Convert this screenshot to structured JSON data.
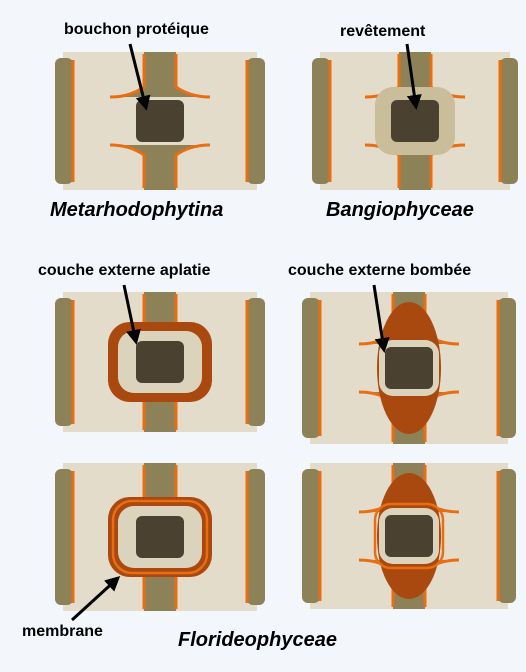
{
  "labels": {
    "protein_plug": "bouchon protéique",
    "coating": "revêtement",
    "flat_outer_layer": "couche externe aplatie",
    "domed_outer_layer": "couche externe bombée",
    "membrane": "membrane"
  },
  "taxa": {
    "metarhodophytina": "Metarhodophytina",
    "bangiophyceae": "Bangiophyceae",
    "florideophyceae": "Florideophyceae"
  },
  "colors": {
    "background": "#f3f6fb",
    "cell": "#e4dccb",
    "wall": "#8c8157",
    "membrane_line": "#ea6d12",
    "plug": "#4a4130",
    "coat": "#c9bd9a",
    "outer_layer": "#a9490f",
    "inner_cap": "#dcd3bd"
  }
}
